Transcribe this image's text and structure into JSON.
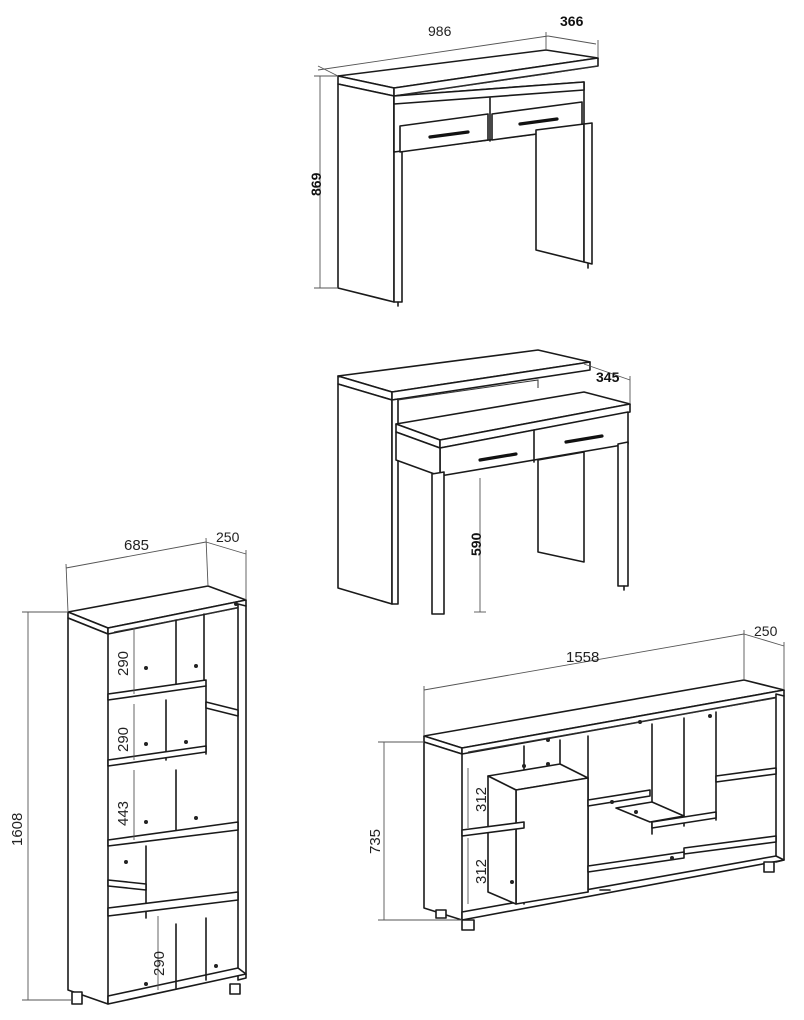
{
  "desk_closed": {
    "width": "986",
    "depth": "366",
    "height": "869"
  },
  "desk_extended": {
    "depth": "345",
    "height": "590"
  },
  "bookcase": {
    "width": "685",
    "depth": "250",
    "height": "1608",
    "shelf_labels": [
      "290",
      "290",
      "443",
      "290"
    ]
  },
  "sideboard": {
    "width": "1558",
    "depth": "250",
    "height": "735",
    "shelf_labels": [
      "312",
      "312"
    ]
  }
}
